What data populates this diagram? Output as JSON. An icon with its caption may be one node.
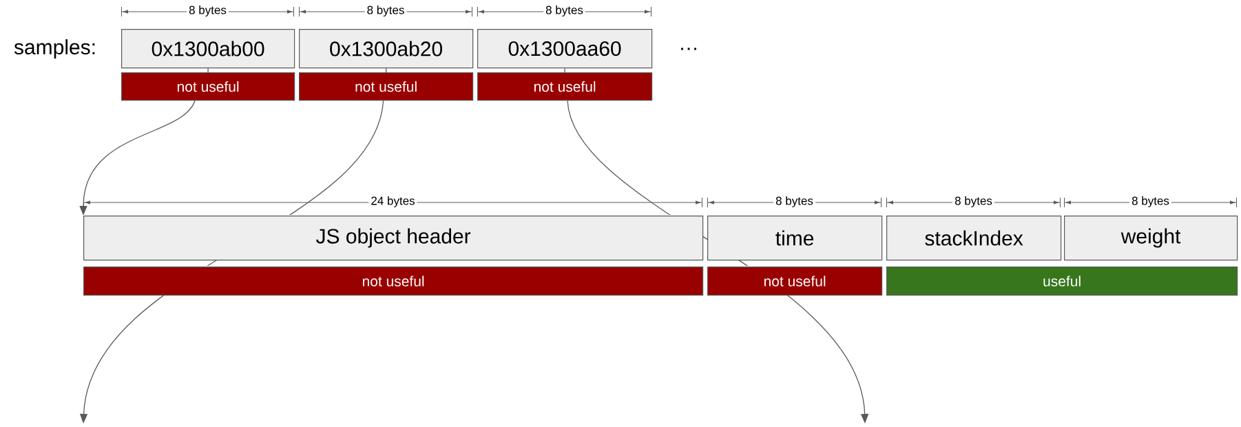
{
  "diagram": {
    "nodes": [
      {
        "text": [
          "0x1300ab00"
        ]
      },
      {
        "text": [
          "0x1300ab20"
        ]
      },
      {
        "text": [
          "0x1300aa60"
        ]
      },
      {
        "text": [
          "not useful"
        ]
      },
      {
        "text": [
          "not useful"
        ]
      },
      {
        "text": [
          "not useful"
        ]
      },
      {
        "text": [
          "JS object header"
        ]
      },
      {
        "text": [
          "time"
        ]
      },
      {
        "text": [
          "stackIndex"
        ]
      },
      {
        "text": [
          "weight"
        ]
      },
      {
        "text": [
          "not useful"
        ]
      },
      {
        "text": [
          "not useful"
        ]
      },
      {
        "text": [
          "useful"
        ]
      }
    ],
    "edges": [
      {
        "from": 0,
        "to": 3,
        "arrow": "none"
      },
      {
        "from": 1,
        "to": 4,
        "arrow": "none"
      },
      {
        "from": 2,
        "to": 5,
        "arrow": "none"
      },
      {
        "from": 3,
        "to": 6,
        "arrow": "to"
      },
      {
        "from": 4,
        "to": null,
        "arrow": "to"
      },
      {
        "from": 5,
        "to": null,
        "arrow": "to"
      }
    ],
    "labels": [
      "8 bytes",
      "8 bytes",
      "8 bytes",
      "samples:",
      "…",
      "24 bytes",
      "8 bytes",
      "8 bytes",
      "8 bytes"
    ]
  }
}
